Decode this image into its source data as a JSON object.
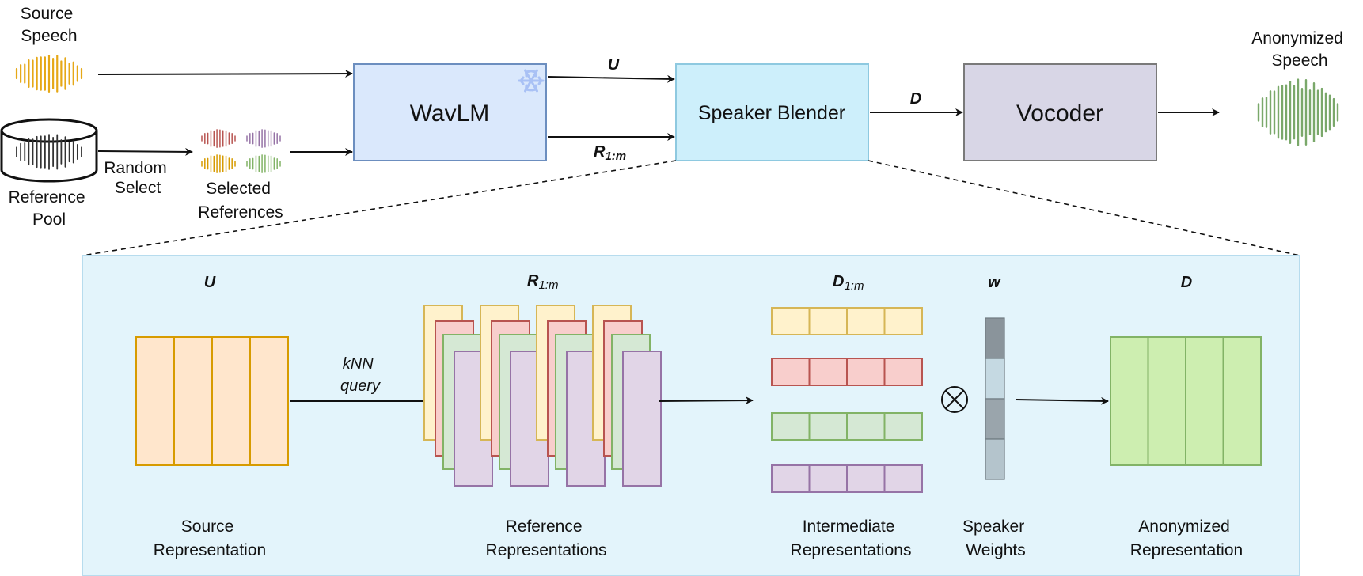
{
  "top": {
    "source_speech": [
      "Source",
      "Speech"
    ],
    "reference_pool": [
      "Reference",
      "Pool"
    ],
    "random_select": [
      "Random",
      "Select"
    ],
    "selected_references": [
      "Selected",
      "References"
    ],
    "wavlm": "WavLM",
    "speaker_blender": "Speaker Blender",
    "vocoder": "Vocoder",
    "anonymized_speech": [
      "Anonymized",
      "Speech"
    ],
    "arrow_u": "U",
    "arrow_r_base": "R",
    "arrow_r_sub": "1:m",
    "arrow_d": "D"
  },
  "detail": {
    "u_header": "U",
    "r_header_base": "R",
    "r_header_sub": "1:m",
    "d1m_header_base": "D",
    "d1m_header_sub": "1:m",
    "w_header": "w",
    "d_header": "D",
    "knn": [
      "kNN",
      "query"
    ],
    "source_repr": [
      "Source",
      "Representation"
    ],
    "reference_repr": [
      "Reference",
      "Representations"
    ],
    "intermediate_repr": [
      "Intermediate",
      "Representations"
    ],
    "speaker_weights": [
      "Speaker",
      "Weights"
    ],
    "anonymized_repr": [
      "Anonymized",
      "Representation"
    ],
    "otimes": "⊗"
  },
  "colors": {
    "wavlm_fill": "#dae8fc",
    "wavlm_stroke": "#6c8ebf",
    "blender_fill": "#cdeffb",
    "blender_stroke": "#8ec9e0",
    "vocoder_fill": "#d8d6e6",
    "vocoder_stroke": "#7a7a7a",
    "panel_fill": "#e3f4fb",
    "panel_stroke": "#b7dcee",
    "orange_fill": "#ffe6cc",
    "orange_stroke": "#d79b00",
    "yellow_fill": "#fff2cc",
    "yellow_stroke": "#d6b656",
    "red_fill": "#f8cecc",
    "red_stroke": "#b85450",
    "green_fill": "#d5e8d4",
    "green_stroke": "#82b366",
    "purple_fill": "#e1d5e7",
    "purple_stroke": "#9673a6",
    "lime_fill": "#cdeeb0",
    "lime_stroke": "#82b366",
    "wave_source": "#e6a817",
    "wave_output": "#7aa86a"
  },
  "icons": {
    "freeze": "snowflake-icon",
    "pool": "database-icon",
    "waves": "waveform-icon"
  }
}
